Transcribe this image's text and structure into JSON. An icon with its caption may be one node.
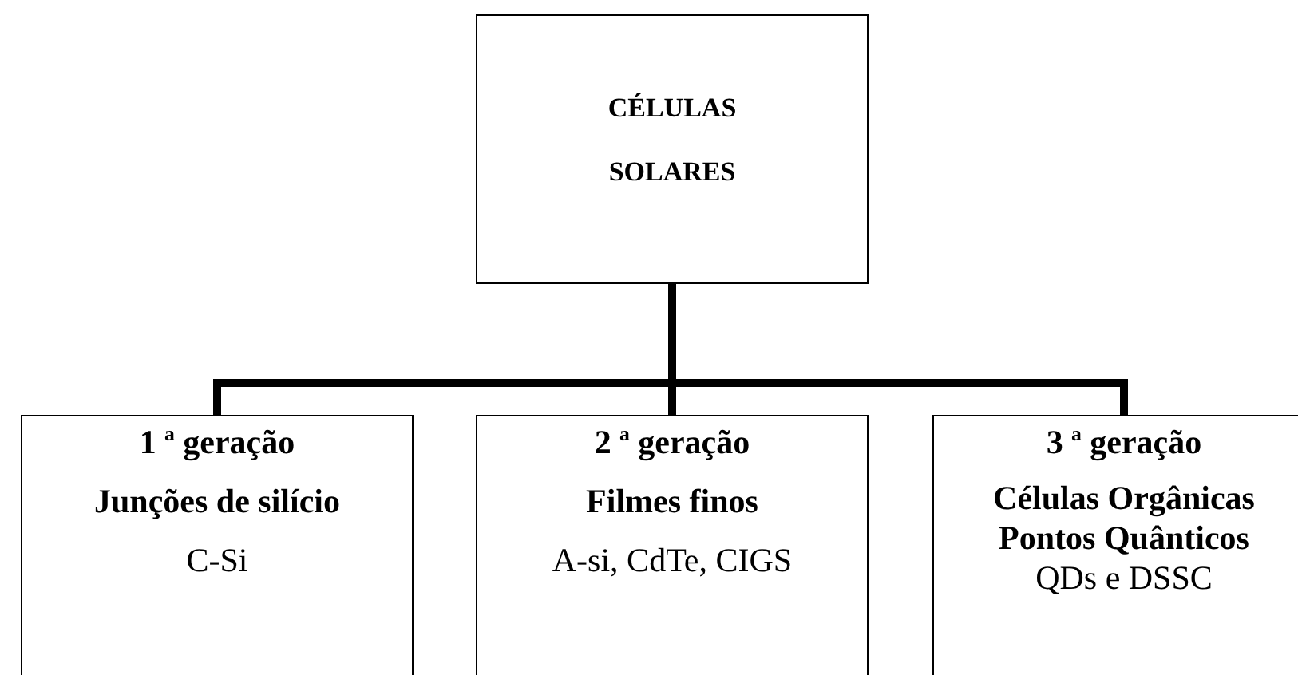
{
  "diagram": {
    "nodes": [
      {
        "text": [
          "CÉLULAS SOLARES"
        ]
      },
      {
        "text": [
          "1 ª geração",
          "Junções de silício",
          "C-Si"
        ]
      },
      {
        "text": [
          "2 ª geração",
          "Filmes finos",
          "A-si, CdTe, CIGS"
        ]
      },
      {
        "text": [
          "3 ª geração",
          "Células Orgânicas",
          "Pontos Quânticos",
          "QDs e DSSC"
        ]
      }
    ],
    "edges": [
      {
        "from": 0,
        "to": 1,
        "arrow": "none"
      },
      {
        "from": 0,
        "to": 2,
        "arrow": "none"
      },
      {
        "from": 0,
        "to": 3,
        "arrow": "none"
      }
    ]
  }
}
